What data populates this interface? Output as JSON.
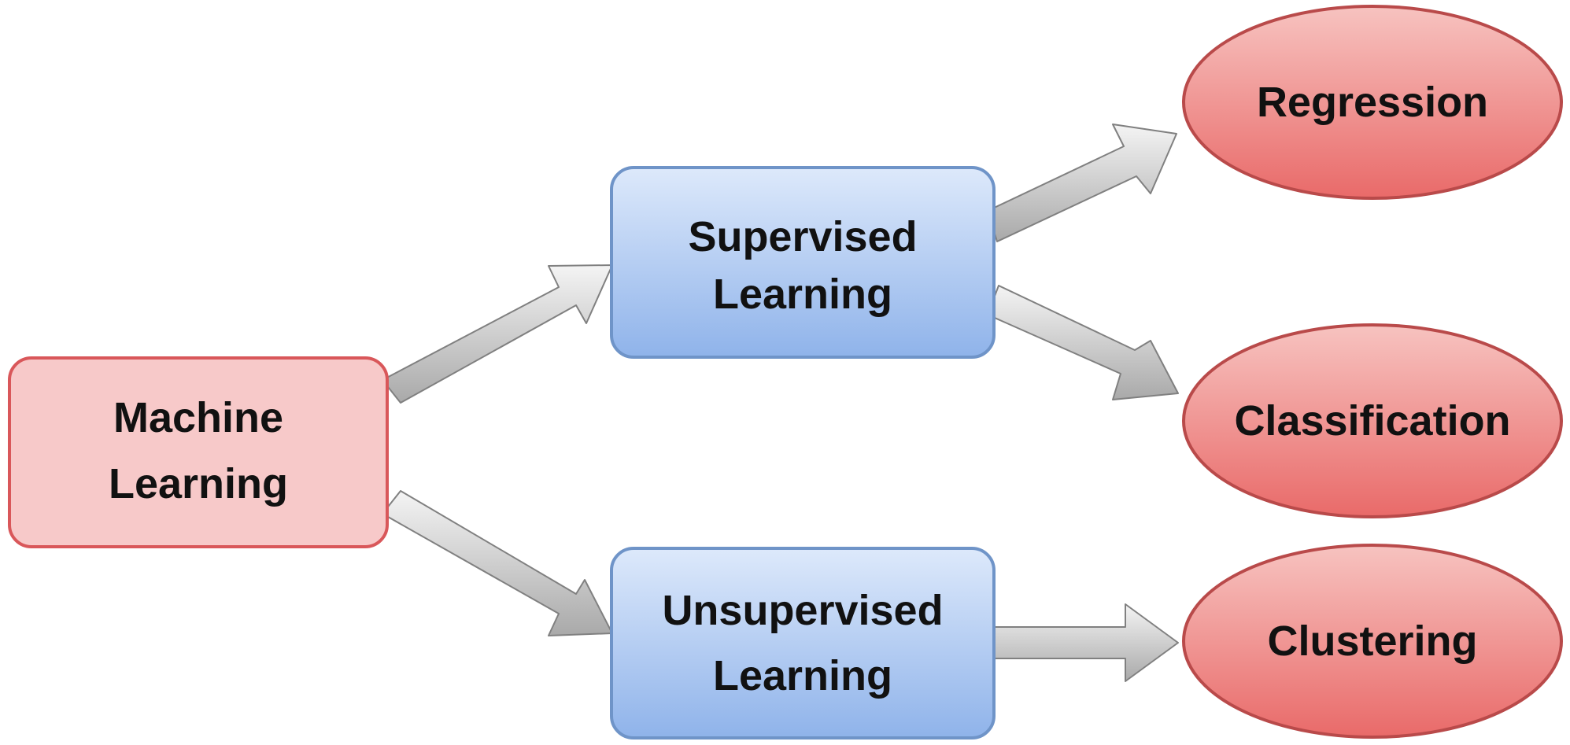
{
  "nodes": {
    "machine_learning": {
      "line1": "Machine",
      "line2": "Learning"
    },
    "supervised": {
      "line1": "Supervised",
      "line2": "Learning"
    },
    "unsupervised": {
      "line1": "Unsupervised",
      "line2": "Learning"
    },
    "regression": {
      "label": "Regression"
    },
    "classification": {
      "label": "Classification"
    },
    "clustering": {
      "label": "Clustering"
    }
  },
  "colors": {
    "root_fill": "#f7c9c9",
    "root_stroke": "#d9575a",
    "category_fill_top": "#dde9fb",
    "category_fill_bottom": "#8fb3ea",
    "category_stroke": "#6f94c8",
    "leaf_fill_top": "#f7c3c0",
    "leaf_fill_bottom": "#e96a69",
    "leaf_stroke": "#b94a4a",
    "arrow_fill_top": "#f4f4f4",
    "arrow_fill_bottom": "#a9a9a9",
    "arrow_stroke": "#808080"
  }
}
